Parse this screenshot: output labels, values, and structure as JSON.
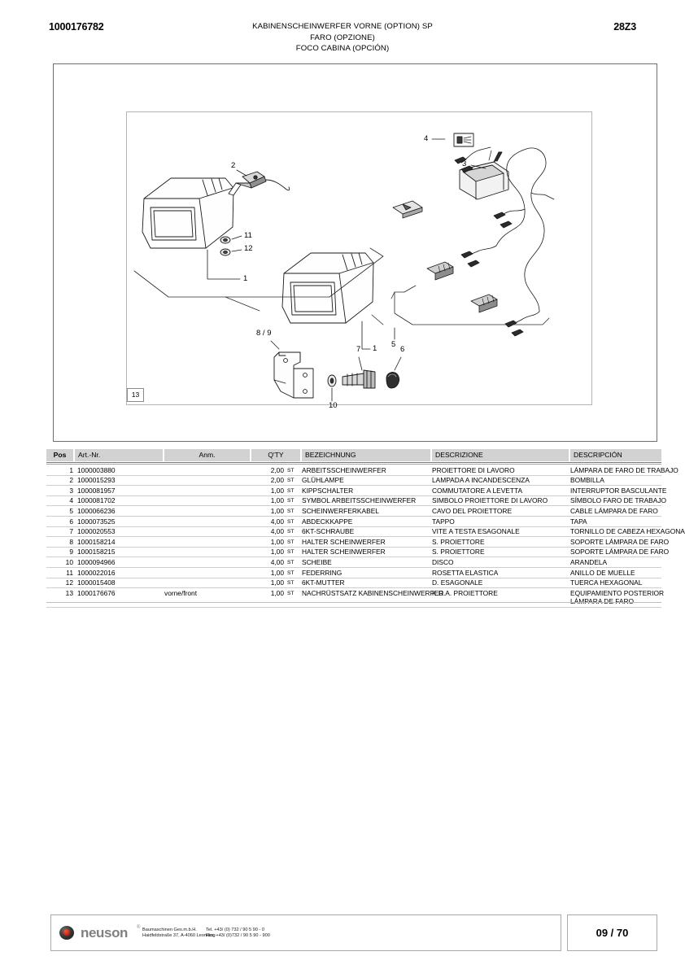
{
  "header": {
    "doc_number": "1000176782",
    "title_lines": [
      "KABINENSCHEINWERFER VORNE (OPTION) SP",
      "FARO (OPZIONE)",
      "FOCO CABINA (OPCIÓN)"
    ],
    "doc_code": "28Z3"
  },
  "illustration": {
    "frame_label": "13",
    "callouts": [
      {
        "id": "c1",
        "label": "4"
      },
      {
        "id": "c2",
        "label": "2"
      },
      {
        "id": "c3",
        "label": "3"
      },
      {
        "id": "c4",
        "label": "11"
      },
      {
        "id": "c5",
        "label": "12"
      },
      {
        "id": "c6",
        "label": "1"
      },
      {
        "id": "c7",
        "label": "1"
      },
      {
        "id": "c8",
        "label": "5"
      },
      {
        "id": "c9",
        "label": "8 / 9"
      },
      {
        "id": "c10",
        "label": "7"
      },
      {
        "id": "c11",
        "label": "6"
      },
      {
        "id": "c12",
        "label": "10"
      }
    ]
  },
  "table": {
    "columns": {
      "pos": "Pos",
      "art": "Art.-Nr.",
      "anm": "Anm.",
      "qty": "Q'TY",
      "bez": "BEZEICHNUNG",
      "desi": "DESCRIZIONE",
      "desp": "DESCRIPCIÓN"
    },
    "rows": [
      {
        "pos": "1",
        "art": "1000003880",
        "anm": "",
        "qty": "2,00",
        "unit": "ST",
        "bez": "ARBEITSSCHEINWERFER",
        "desi": "PROIETTORE DI LAVORO",
        "desp": "LÁMPARA DE FARO DE TRABAJO"
      },
      {
        "pos": "2",
        "art": "1000015293",
        "anm": "",
        "qty": "2,00",
        "unit": "ST",
        "bez": "GLÜHLAMPE",
        "desi": "LAMPADA A INCANDESCENZA",
        "desp": "BOMBILLA"
      },
      {
        "pos": "3",
        "art": "1000081957",
        "anm": "",
        "qty": "1,00",
        "unit": "ST",
        "bez": "KIPPSCHALTER",
        "desi": "COMMUTATORE A LEVETTA",
        "desp": "INTERRUPTOR BASCULANTE"
      },
      {
        "pos": "4",
        "art": "1000081702",
        "anm": "",
        "qty": "1,00",
        "unit": "ST",
        "bez": "SYMBOL ARBEITSSCHEINWERFER",
        "desi": "SIMBOLO PROIETTORE DI LAVORO",
        "desp": "SÍMBOLO FARO DE TRABAJO"
      },
      {
        "pos": "5",
        "art": "1000066236",
        "anm": "",
        "qty": "1,00",
        "unit": "ST",
        "bez": "SCHEINWERFERKABEL",
        "desi": "CAVO DEL PROIETTORE",
        "desp": "CABLE LÁMPARA DE FARO"
      },
      {
        "pos": "6",
        "art": "1000073525",
        "anm": "",
        "qty": "4,00",
        "unit": "ST",
        "bez": "ABDECKKAPPE",
        "desi": "TAPPO",
        "desp": "TAPA"
      },
      {
        "pos": "7",
        "art": "1000020553",
        "anm": "",
        "qty": "4,00",
        "unit": "ST",
        "bez": "6KT-SCHRAUBE",
        "desi": "VITE A TESTA ESAGONALE",
        "desp": "TORNILLO DE CABEZA HEXAGONAL"
      },
      {
        "pos": "8",
        "art": "1000158214",
        "anm": "",
        "qty": "1,00",
        "unit": "ST",
        "bez": "HALTER SCHEINWERFER",
        "desi": "S. PROIETTORE",
        "desp": "SOPORTE LÁMPARA DE FARO"
      },
      {
        "pos": "9",
        "art": "1000158215",
        "anm": "",
        "qty": "1,00",
        "unit": "ST",
        "bez": "HALTER SCHEINWERFER",
        "desi": "S. PROIETTORE",
        "desp": "SOPORTE LÁMPARA DE FARO"
      },
      {
        "pos": "10",
        "art": "1000094966",
        "anm": "",
        "qty": "4,00",
        "unit": "ST",
        "bez": "SCHEIBE",
        "desi": "DISCO",
        "desp": "ARANDELA"
      },
      {
        "pos": "11",
        "art": "1000022016",
        "anm": "",
        "qty": "1,00",
        "unit": "ST",
        "bez": "FEDERRING",
        "desi": "ROSETTA ELASTICA",
        "desp": "ANILLO DE MUELLE"
      },
      {
        "pos": "12",
        "art": "1000015408",
        "anm": "",
        "qty": "1,00",
        "unit": "ST",
        "bez": "6KT-MUTTER",
        "desi": "D. ESAGONALE",
        "desp": "TUERCA HEXAGONAL"
      },
      {
        "pos": "13",
        "art": "1000176676",
        "anm": "vorne/front",
        "qty": "1,00",
        "unit": "ST",
        "bez": "NACHRÜSTSATZ KABINENSCHEINWERFER",
        "desi": "K.D.A. PROIETTORE",
        "desp": "EQUIPAMIENTO POSTERIOR LÁMPARA DE FARO"
      }
    ]
  },
  "footer": {
    "brand": "neuson",
    "trademark": "®",
    "address_line1": "Baumaschinen Ges.m.b.H.",
    "address_line2": "Haidfeldstraße 37, A-4060 Leonding",
    "tel": "Tel. +43/ (0) 732 / 90 5 90 - 0",
    "fax": "Fax. +43/ (0)732 / 90 5 90 - 900",
    "page": "09 / 70"
  },
  "colors": {
    "header_fill": "#d2d2d2",
    "frame": "#6f6f6f",
    "brand_grey": "#808080",
    "brand_red": "#d2261c"
  }
}
